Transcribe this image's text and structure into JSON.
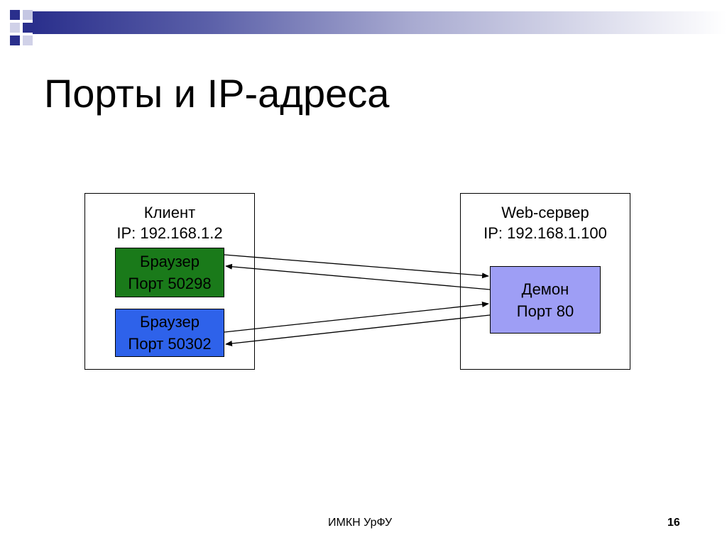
{
  "slide": {
    "title": "Порты и IP-адреса",
    "footer_org": "ИМКН УрФУ",
    "page_number": "16",
    "accent_colors": [
      "#2a2f8c",
      "#a9abd1",
      "#d0d1e8"
    ]
  },
  "client": {
    "name": "Клиент",
    "ip": "IP: 192.168.1.2",
    "browsers": [
      {
        "title": "Браузер",
        "port": "Порт 50298",
        "color": "#1a7a1a"
      },
      {
        "title": "Браузер",
        "port": "Порт 50302",
        "color": "#2e62ea"
      }
    ]
  },
  "server": {
    "name": "Web-сервер",
    "ip": "IP: 192.168.1.100",
    "daemon": {
      "title": "Демон",
      "port": "Порт 80",
      "color": "#9e9ef5"
    }
  }
}
